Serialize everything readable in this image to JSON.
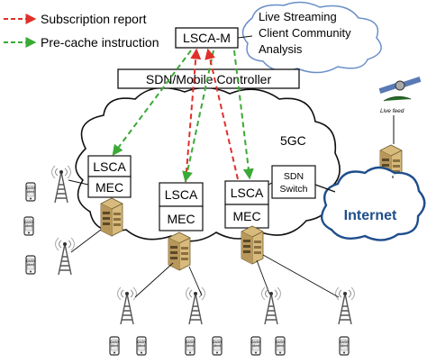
{
  "legend": {
    "subscription_report": "Subscription report",
    "precache_instruction": "Pre-cache instruction"
  },
  "cloud_note": {
    "line1": "Live Streaming",
    "line2": "Client Community",
    "line3": "Analysis"
  },
  "boxes": {
    "lsca_m": "LSCA-M",
    "sdn_mobile_controller": "SDN/Mobile Controller",
    "fivegc": "5GC",
    "sdn_switch_line1": "SDN",
    "sdn_switch_line2": "Switch",
    "internet": "Internet",
    "live_feed": "Live feed"
  },
  "edge_nodes": [
    {
      "lsca": "LSCA",
      "mec": "MEC"
    },
    {
      "lsca": "LSCA",
      "mec": "MEC"
    },
    {
      "lsca": "LSCA",
      "mec": "MEC"
    }
  ],
  "device_label": {
    "line1": "DASH",
    "line2": "client"
  },
  "colors": {
    "subscription_arrow": "#e0302a",
    "precache_arrow": "#3aaa35",
    "cloud_stroke": "#6a8fc8",
    "internet_stroke": "#1f4e8c",
    "internet_text": "#1f4e8c",
    "server": "#c9a86a"
  },
  "icons": [
    "cell-tower-icon",
    "server-rack-icon",
    "phone-icon",
    "satellite-icon"
  ]
}
